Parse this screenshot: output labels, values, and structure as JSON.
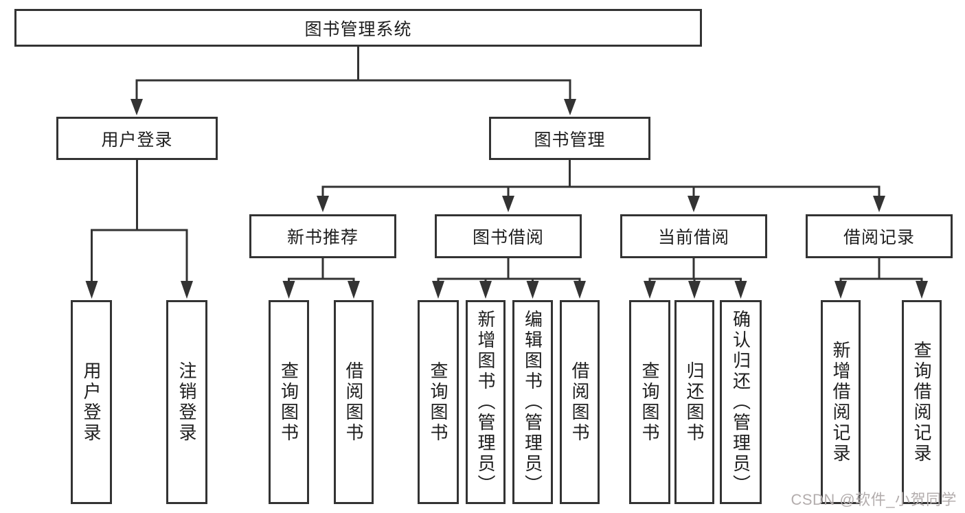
{
  "tree": {
    "label": "图书管理系统",
    "children": [
      {
        "label": "用户登录",
        "children": [
          {
            "label": "用户登录"
          },
          {
            "label": "注销登录"
          }
        ]
      },
      {
        "label": "图书管理",
        "children": [
          {
            "label": "新书推荐",
            "children": [
              {
                "label": "查询图书"
              },
              {
                "label": "借阅图书"
              }
            ]
          },
          {
            "label": "图书借阅",
            "children": [
              {
                "label": "查询图书"
              },
              {
                "label": "新增图书（管理员）"
              },
              {
                "label": "编辑图书（管理员）"
              },
              {
                "label": "借阅图书"
              }
            ]
          },
          {
            "label": "当前借阅",
            "children": [
              {
                "label": "查询图书"
              },
              {
                "label": "归还图书"
              },
              {
                "label": "确认归还（管理员）"
              }
            ]
          },
          {
            "label": "借阅记录",
            "children": [
              {
                "label": "新增借阅记录"
              },
              {
                "label": "查询借阅记录"
              }
            ]
          }
        ]
      }
    ]
  },
  "watermark": {
    "text": "CSDN @软件_小贺同学"
  },
  "colors": {
    "line": "#333333",
    "text": "#1e1e1e",
    "watermark": "#b3adad",
    "background": "#ffffff"
  }
}
